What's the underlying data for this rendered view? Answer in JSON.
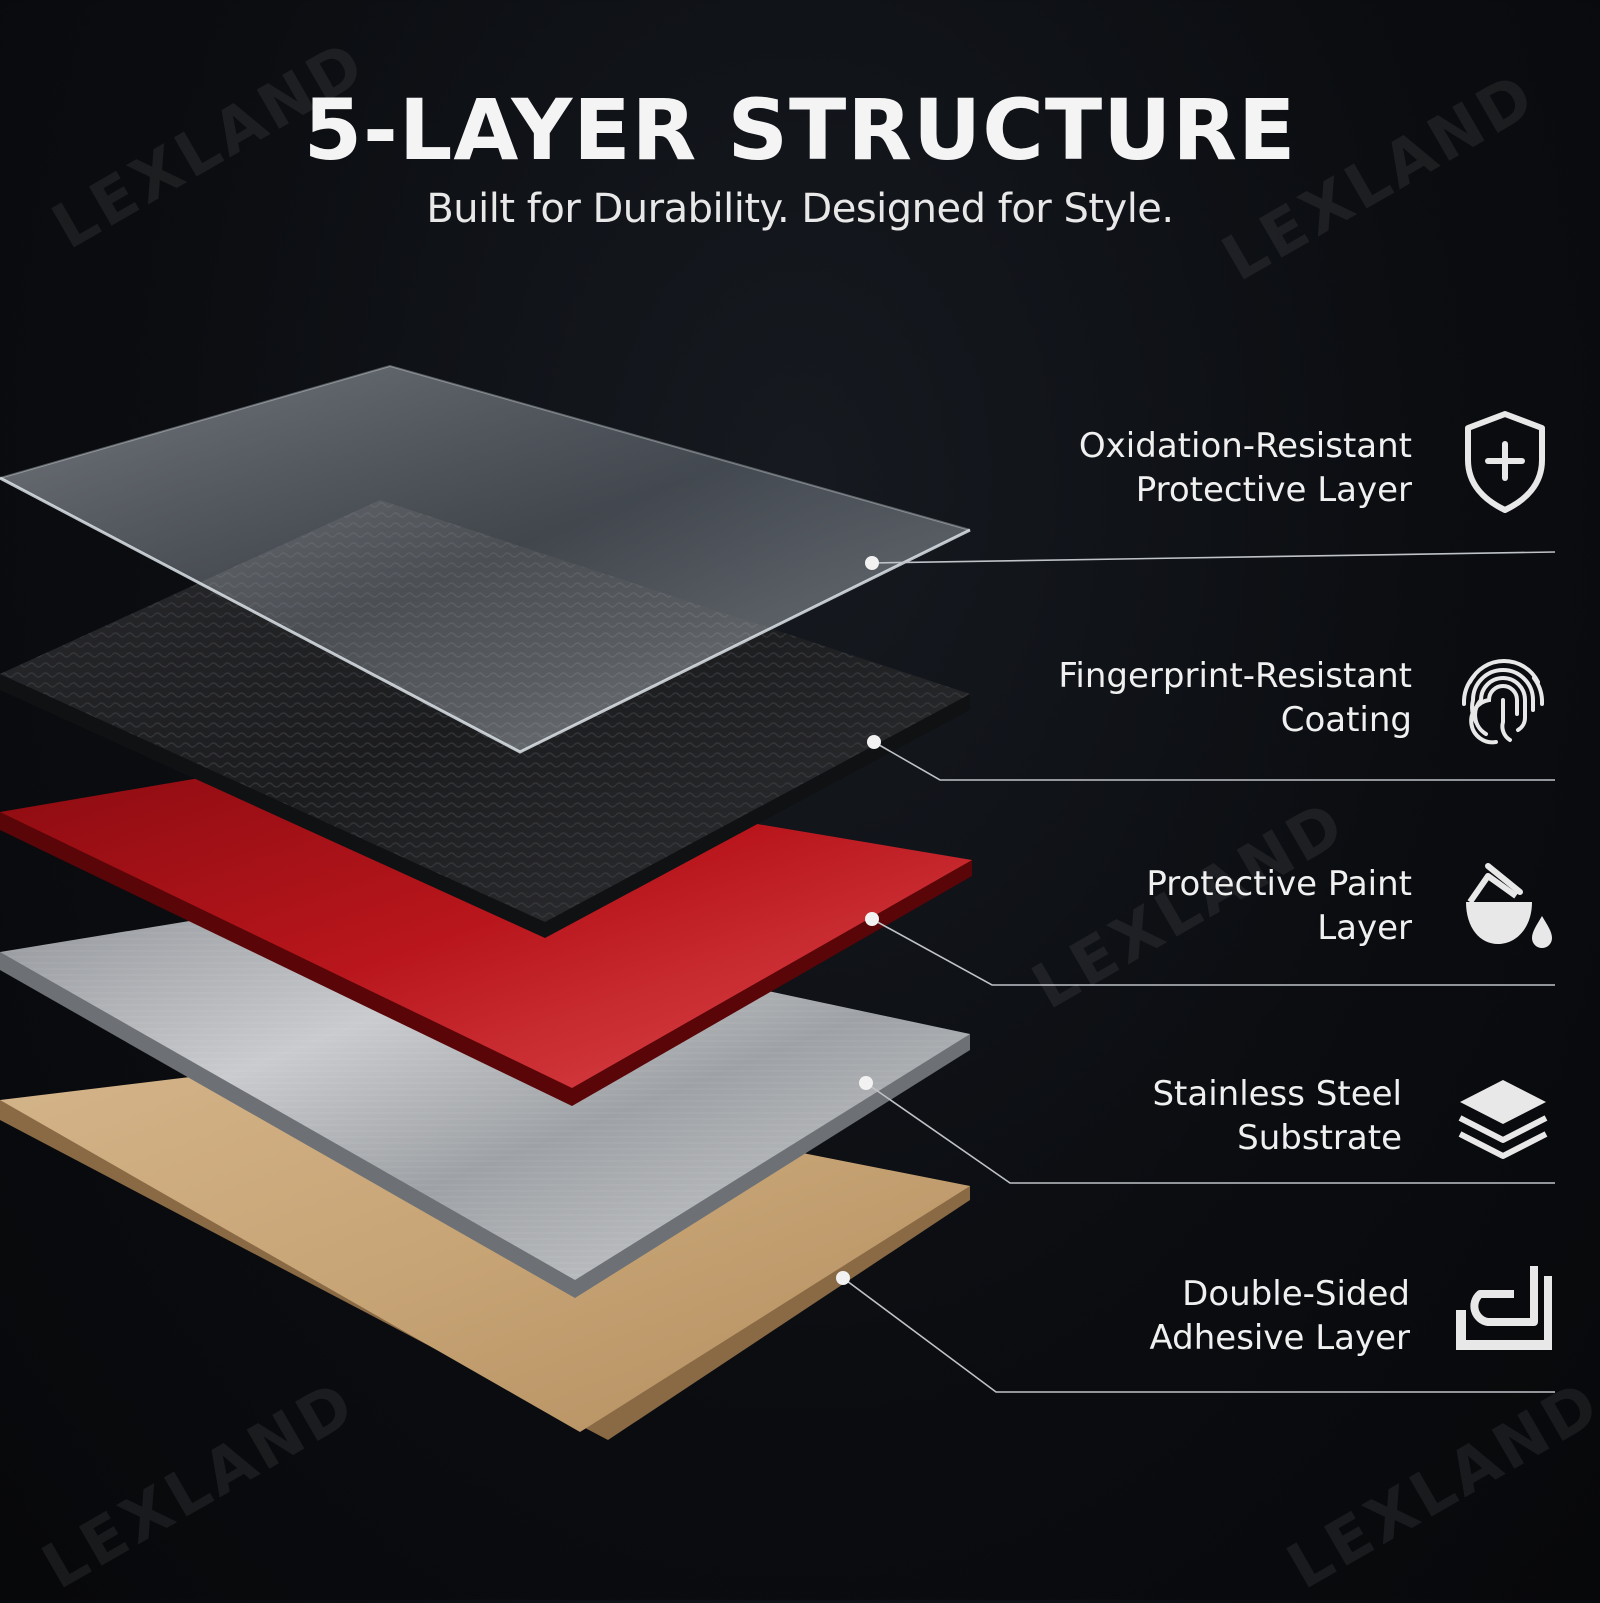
{
  "header": {
    "title": "5-LAYER STRUCTURE",
    "subtitle": "Built for Durability. Designed for Style."
  },
  "watermark": {
    "text": "LEXLAND"
  },
  "layers": [
    {
      "line1": "Oxidation-Resistant",
      "line2": "Protective Layer",
      "icon": "shield-plus-icon",
      "color": "#b9c0c8"
    },
    {
      "line1": "Fingerprint-Resistant",
      "line2": "Coating",
      "icon": "fingerprint-icon",
      "color": "#222326"
    },
    {
      "line1": "Protective Paint",
      "line2": "Layer",
      "icon": "paint-pour-icon",
      "color": "#b3141a"
    },
    {
      "line1": "Stainless Steel",
      "line2": "Substrate",
      "icon": "layers-stack-icon",
      "color": "#a9acb0"
    },
    {
      "line1": "Double-Sided",
      "line2": "Adhesive Layer",
      "icon": "adhesive-tape-icon",
      "color": "#c9a67a"
    }
  ]
}
